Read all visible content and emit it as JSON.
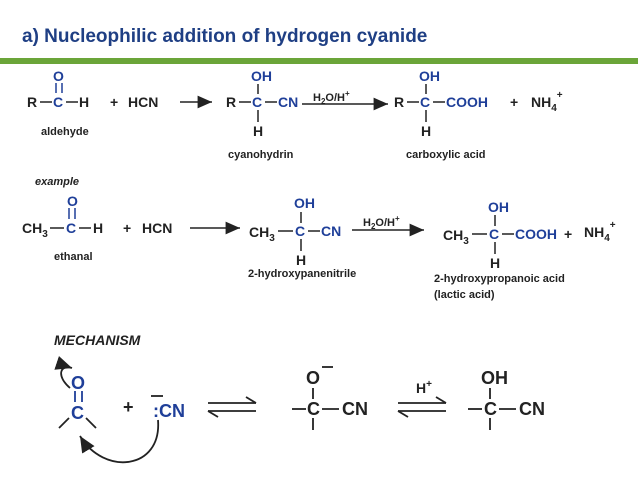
{
  "title": "a) Nucleophilic addition of hydrogen cyanide",
  "colors": {
    "title": "#1f3f84",
    "rule": "#6ba539",
    "blue_atoms": "#1f3f99",
    "text": "#222222"
  },
  "row1": {
    "r": "R",
    "o": "O",
    "c": "C",
    "h": "H",
    "plus": "+",
    "hcn": "HCN",
    "oh": "OH",
    "cn": "CN",
    "conditions": "H2O/H+",
    "cooh": "COOH",
    "nh4": "NH4+",
    "label_aldehyde": "aldehyde",
    "label_cyanohydrin": "cyanohydrin",
    "label_acid": "carboxylic acid"
  },
  "example_label": "example",
  "row2": {
    "ch3": "CH3",
    "o": "O",
    "c": "C",
    "h": "H",
    "plus": "+",
    "hcn": "HCN",
    "oh": "OH",
    "cn": "CN",
    "conditions": "H2O/H+",
    "cooh": "COOH",
    "nh4": "NH4+",
    "label_ethanal": "ethanal",
    "label_nitrile": "2-hydroxypanenitrile",
    "label_acid_1": "2-hydroxypropanoic acid",
    "label_acid_2": "(lactic acid)"
  },
  "mechanism": {
    "heading": "MECHANISM",
    "o": "O",
    "c": "C",
    "plus": "+",
    "cn": ":CN",
    "minus": "–",
    "o_anion": "O",
    "h_plus": "H+",
    "oh": "OH"
  }
}
